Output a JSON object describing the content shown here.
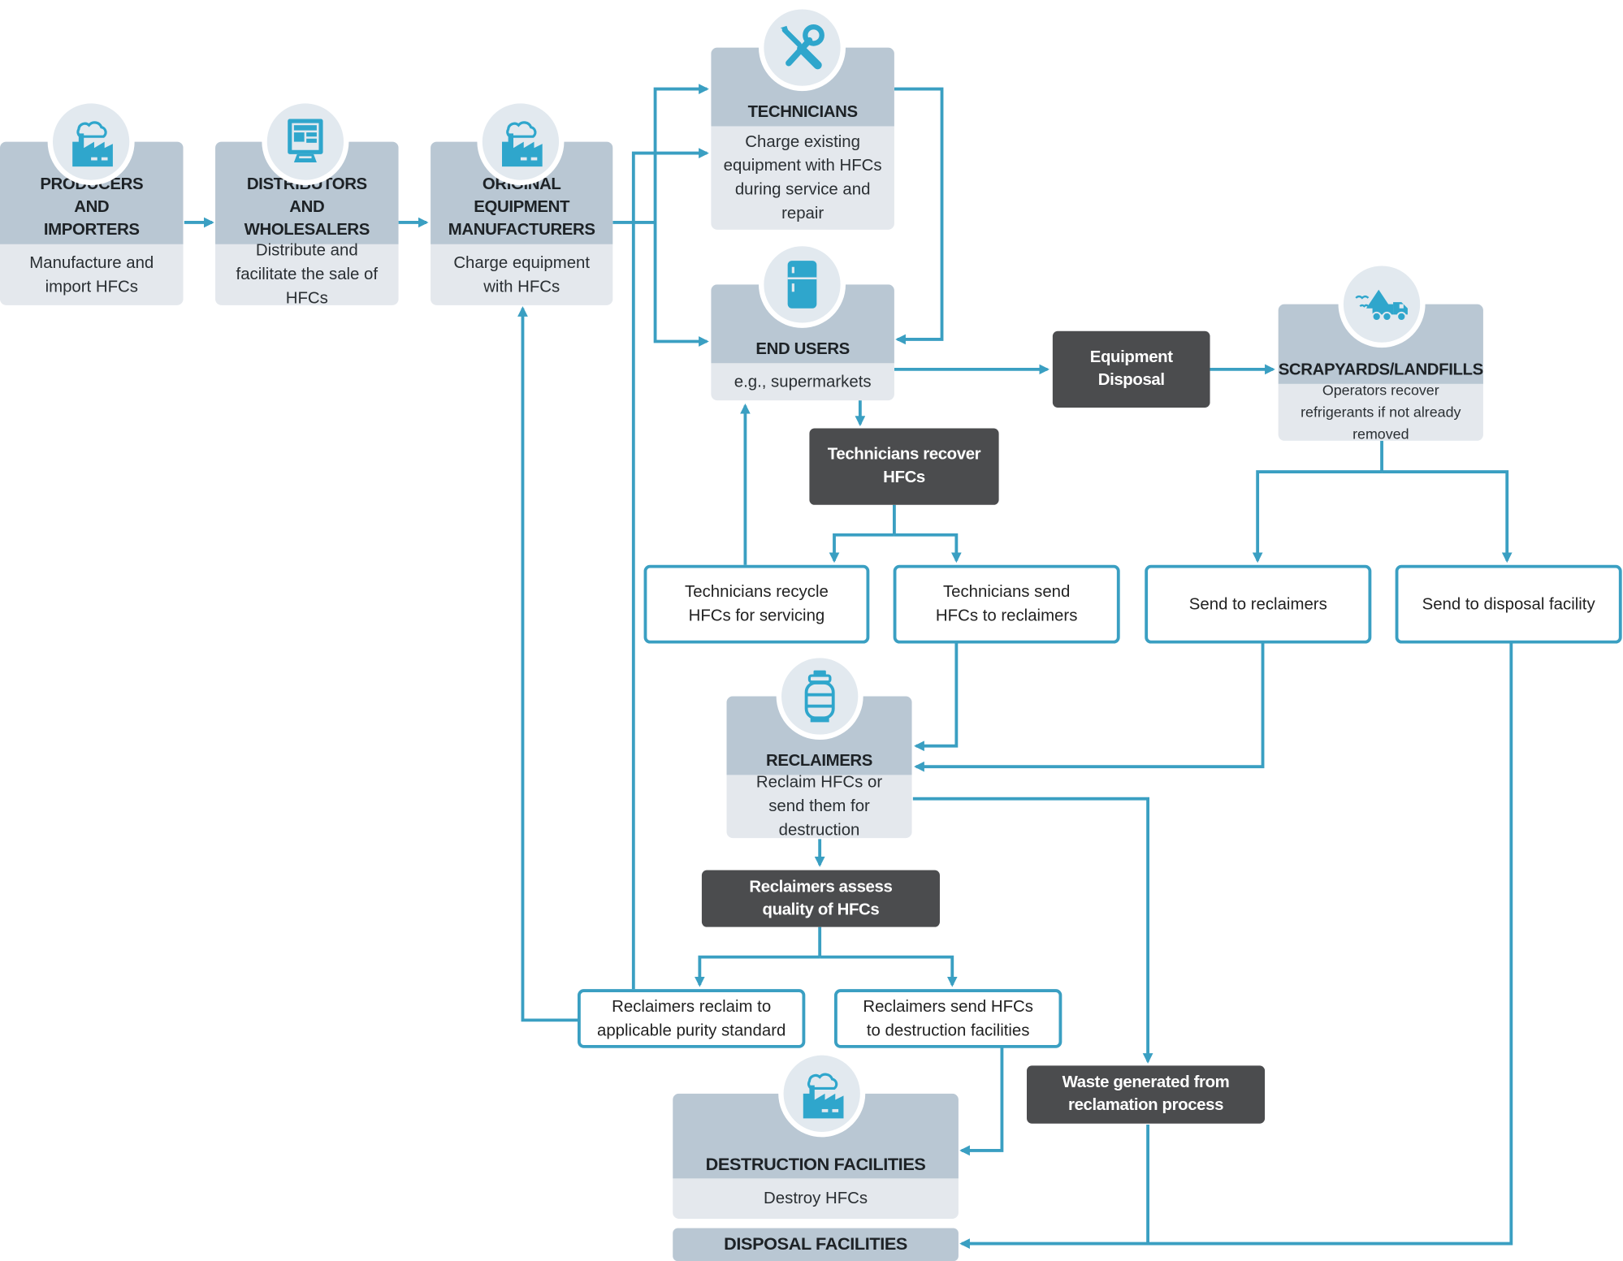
{
  "colors": {
    "arrow": "#3a9fc2",
    "card_header": "#b9c7d3",
    "card_body": "#e4e8ed",
    "dark_box": "#4b4c4e",
    "icon": "#2fa6cc"
  },
  "cards": {
    "producers": {
      "title": "PRODUCERS AND IMPORTERS",
      "desc": "Manufacture and import HFCs",
      "icon": "factory-icon"
    },
    "distributors": {
      "title": "DISTRIBUTORS AND WHOLESALERS",
      "desc": "Distribute and facilitate the sale of HFCs",
      "icon": "storefront-icon"
    },
    "oem": {
      "title": "ORIGINAL EQUIPMENT MANUFACTURERS",
      "desc": "Charge equipment with HFCs",
      "icon": "factory-icon"
    },
    "technicians": {
      "title": "TECHNICIANS",
      "desc": "Charge existing equipment with HFCs during service and repair",
      "icon": "tools-icon"
    },
    "end_users": {
      "title": "END USERS",
      "desc": "e.g., supermarkets",
      "icon": "refrigerator-icon"
    },
    "scrapyards": {
      "title": "SCRAPYARDS/LANDFILLS",
      "desc": "Operators recover refrigerants if not already removed",
      "icon": "dump-truck-icon"
    },
    "reclaimers": {
      "title": "RECLAIMERS",
      "desc": "Reclaim HFCs or send them for destruction",
      "icon": "gas-cylinder-icon"
    },
    "destruction": {
      "title": "DESTRUCTION FACILITIES",
      "desc": "Destroy HFCs",
      "icon": "factory-icon"
    }
  },
  "bars": {
    "disposal": "DISPOSAL FACILITIES"
  },
  "dark_boxes": {
    "equipment_disposal": "Equipment Disposal",
    "technicians_recover": "Technicians recover HFCs",
    "reclaimers_assess": "Reclaimers assess quality of HFCs",
    "waste_generated": "Waste generated from reclamation process"
  },
  "outlined_boxes": {
    "tech_recycle": "Technicians recycle HFCs for servicing",
    "tech_send": "Technicians send HFCs to reclaimers",
    "send_reclaimers": "Send to reclaimers",
    "send_disposal": "Send to disposal facility",
    "reclaim_purity": "Reclaimers reclaim to applicable purity standard",
    "send_destruction": "Reclaimers send HFCs to destruction facilities"
  }
}
